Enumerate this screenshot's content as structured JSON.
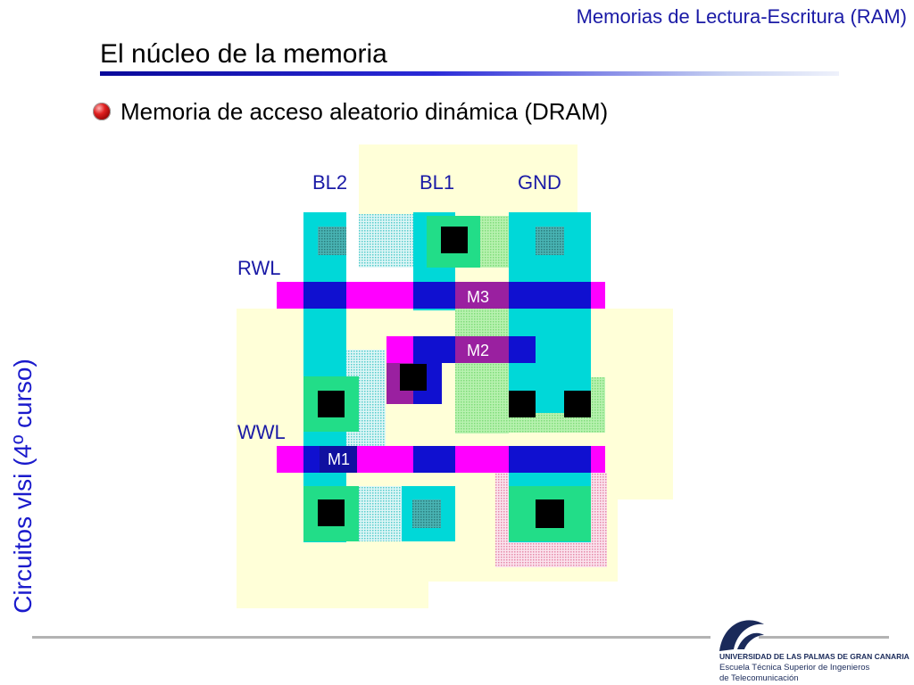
{
  "header": {
    "title": "Memorias de Lectura-Escritura (RAM)"
  },
  "slide": {
    "title": "El núcleo de la memoria",
    "bullet": "Memoria de acceso aleatorio dinámica (DRAM)",
    "side_label": "Circuitos vlsi (4º curso)"
  },
  "diagram": {
    "labels": {
      "bl2": "BL2",
      "bl1": "BL1",
      "gnd": "GND",
      "rwl": "RWL",
      "wwl": "WWL",
      "m1": "M1",
      "m2": "M2",
      "m3": "M3"
    },
    "colors": {
      "cell_background": "#ffffd8",
      "metal1": "#00d8d8",
      "polysilicon": "#ff00ff",
      "active": "#1010d0",
      "contact": "#000000",
      "diffusion": "#22dd88"
    }
  },
  "footer": {
    "university": "UNIVERSIDAD DE LAS PALMAS DE GRAN CANARIA",
    "school_line1": "Escuela Técnica Superior de Ingenieros",
    "school_line2": "de Telecomunicación"
  }
}
